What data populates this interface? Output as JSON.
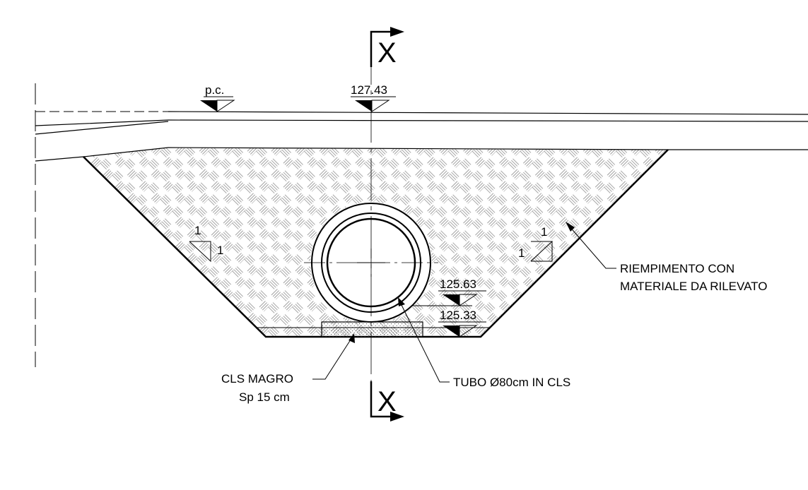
{
  "section_marker": {
    "top": "X",
    "bottom": "X"
  },
  "levels": {
    "ground": "p.c.",
    "road_axis": "127.43",
    "pipe_invert": "125.63",
    "trench_bottom": "125.33"
  },
  "slopes": {
    "left": {
      "rise": "1",
      "run": "1"
    },
    "right": {
      "rise": "1",
      "run": "1"
    }
  },
  "callouts": {
    "fill": {
      "line1": "RIEMPIMENTO CON",
      "line2": "MATERIALE DA RILEVATO"
    },
    "concrete": {
      "line1": "CLS MAGRO",
      "line2": "Sp 15 cm"
    },
    "pipe": "TUBO Ø80cm IN CLS"
  }
}
